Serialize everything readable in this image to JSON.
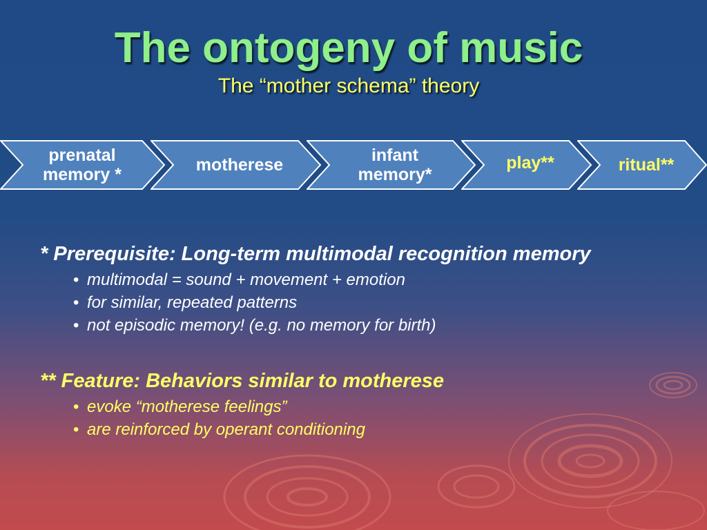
{
  "slide": {
    "title": "The ontogeny of music",
    "subtitle": "The “mother schema” theory"
  },
  "process": {
    "steps": [
      {
        "line1": "prenatal",
        "line2": "memory *",
        "color": "#ffffff"
      },
      {
        "line1": "motherese",
        "line2": "",
        "color": "#ffffff"
      },
      {
        "line1": "infant",
        "line2": "memory*",
        "color": "#ffffff"
      },
      {
        "line1": "play**",
        "line2": "",
        "color": "#ffff66"
      },
      {
        "line1": "ritual**",
        "line2": "",
        "color": "#ffff66"
      }
    ],
    "fill_color": "#4f81bd",
    "stroke_color": "#ffffff"
  },
  "prerequisite": {
    "heading": "* Prerequisite: Long-term multimodal recognition memory",
    "bullets": [
      "multimodal = sound + movement + emotion",
      "for similar, repeated patterns",
      "not episodic memory! (e.g. no memory for birth)"
    ]
  },
  "feature": {
    "heading": "** Feature: Behaviors similar to motherese",
    "bullets": [
      "evoke “motherese feelings”",
      "are reinforced by operant conditioning"
    ]
  },
  "colors": {
    "title": "#8fef8a",
    "accent_yellow": "#ffff66",
    "background_top": "#1f4a85",
    "background_bottom": "#c24b4d"
  }
}
